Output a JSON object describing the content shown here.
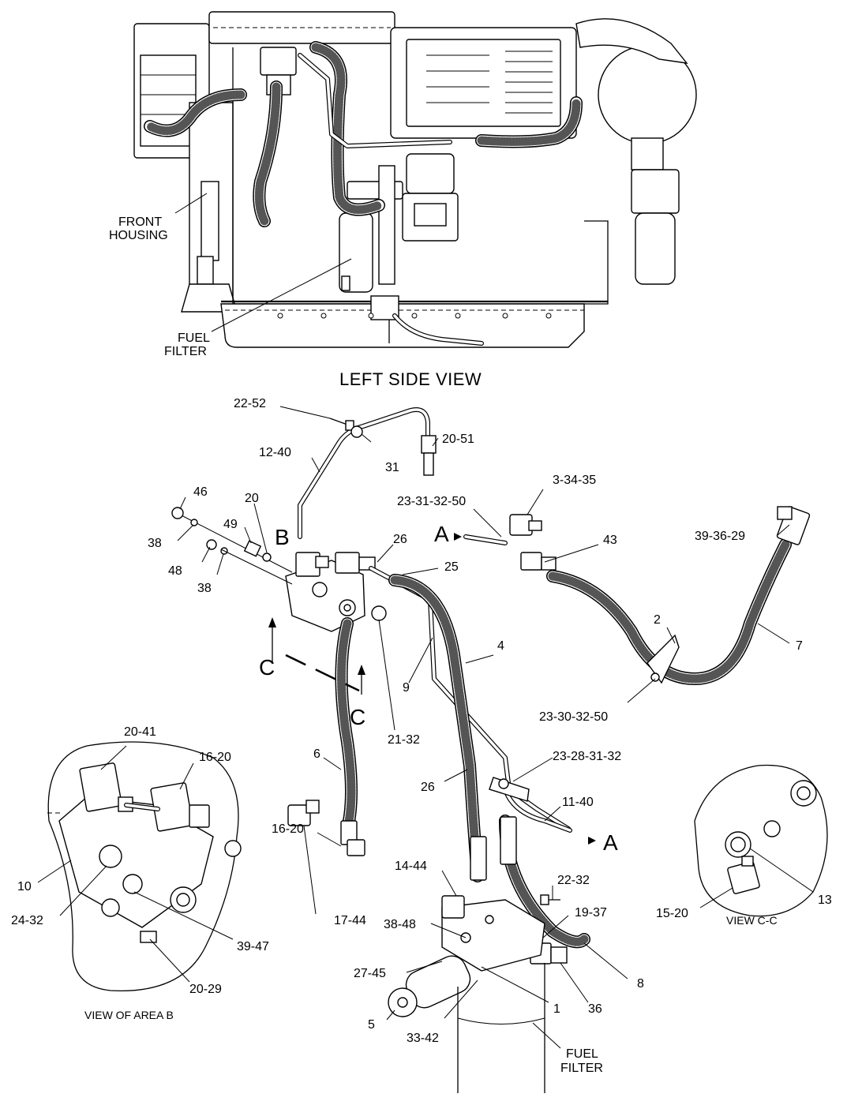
{
  "views": {
    "left_side_title": "LEFT SIDE VIEW",
    "area_b_title": "VIEW OF AREA B",
    "c_c_title": "VIEW C-C"
  },
  "engine_labels": {
    "front_housing_1": "FRONT",
    "front_housing_2": "HOUSING",
    "fuel_filter_1": "FUEL",
    "fuel_filter_2": "FILTER"
  },
  "main_labels": {
    "l_22_52": "22-52",
    "l_20_51": "20-51",
    "l_12_40": "12-40",
    "l_31": "31",
    "l_3_34_35": "3-34-35",
    "l_46": "46",
    "l_20": "20",
    "l_23_31_32_50": "23-31-32-50",
    "l_a_top": "A",
    "l_39_36_29": "39-36-29",
    "l_38a": "38",
    "l_49": "49",
    "l_b": "B",
    "l_26a": "26",
    "l_43": "43",
    "l_48": "48",
    "l_38b": "38",
    "l_25": "25",
    "l_2": "2",
    "l_7": "7",
    "l_4": "4",
    "l_c_left": "C",
    "l_9": "9",
    "l_23_30_32_50": "23-30-32-50",
    "l_c_right": "C",
    "l_21_32": "21-32",
    "l_6": "6",
    "l_23_28_31_32": "23-28-31-32",
    "l_26b": "26",
    "l_11_40": "11-40",
    "l_a_bottom": "A",
    "l_16_20": "16-20",
    "l_14_44": "14-44",
    "l_22_32": "22-32",
    "l_17_44": "17-44",
    "l_19_37": "19-37",
    "l_38_48": "38-48",
    "l_27_45": "27-45",
    "l_8": "8",
    "l_1": "1",
    "l_36": "36",
    "l_5": "5",
    "l_33_42": "33-42",
    "fuel_filter_1": "FUEL",
    "fuel_filter_2": "FILTER"
  },
  "area_b_labels": {
    "l_20_41": "20-41",
    "l_16_20": "16-20",
    "l_10": "10",
    "l_24_32": "24-32",
    "l_39_47": "39-47",
    "l_20_29": "20-29"
  },
  "c_c_labels": {
    "l_13": "13",
    "l_15_20": "15-20"
  }
}
